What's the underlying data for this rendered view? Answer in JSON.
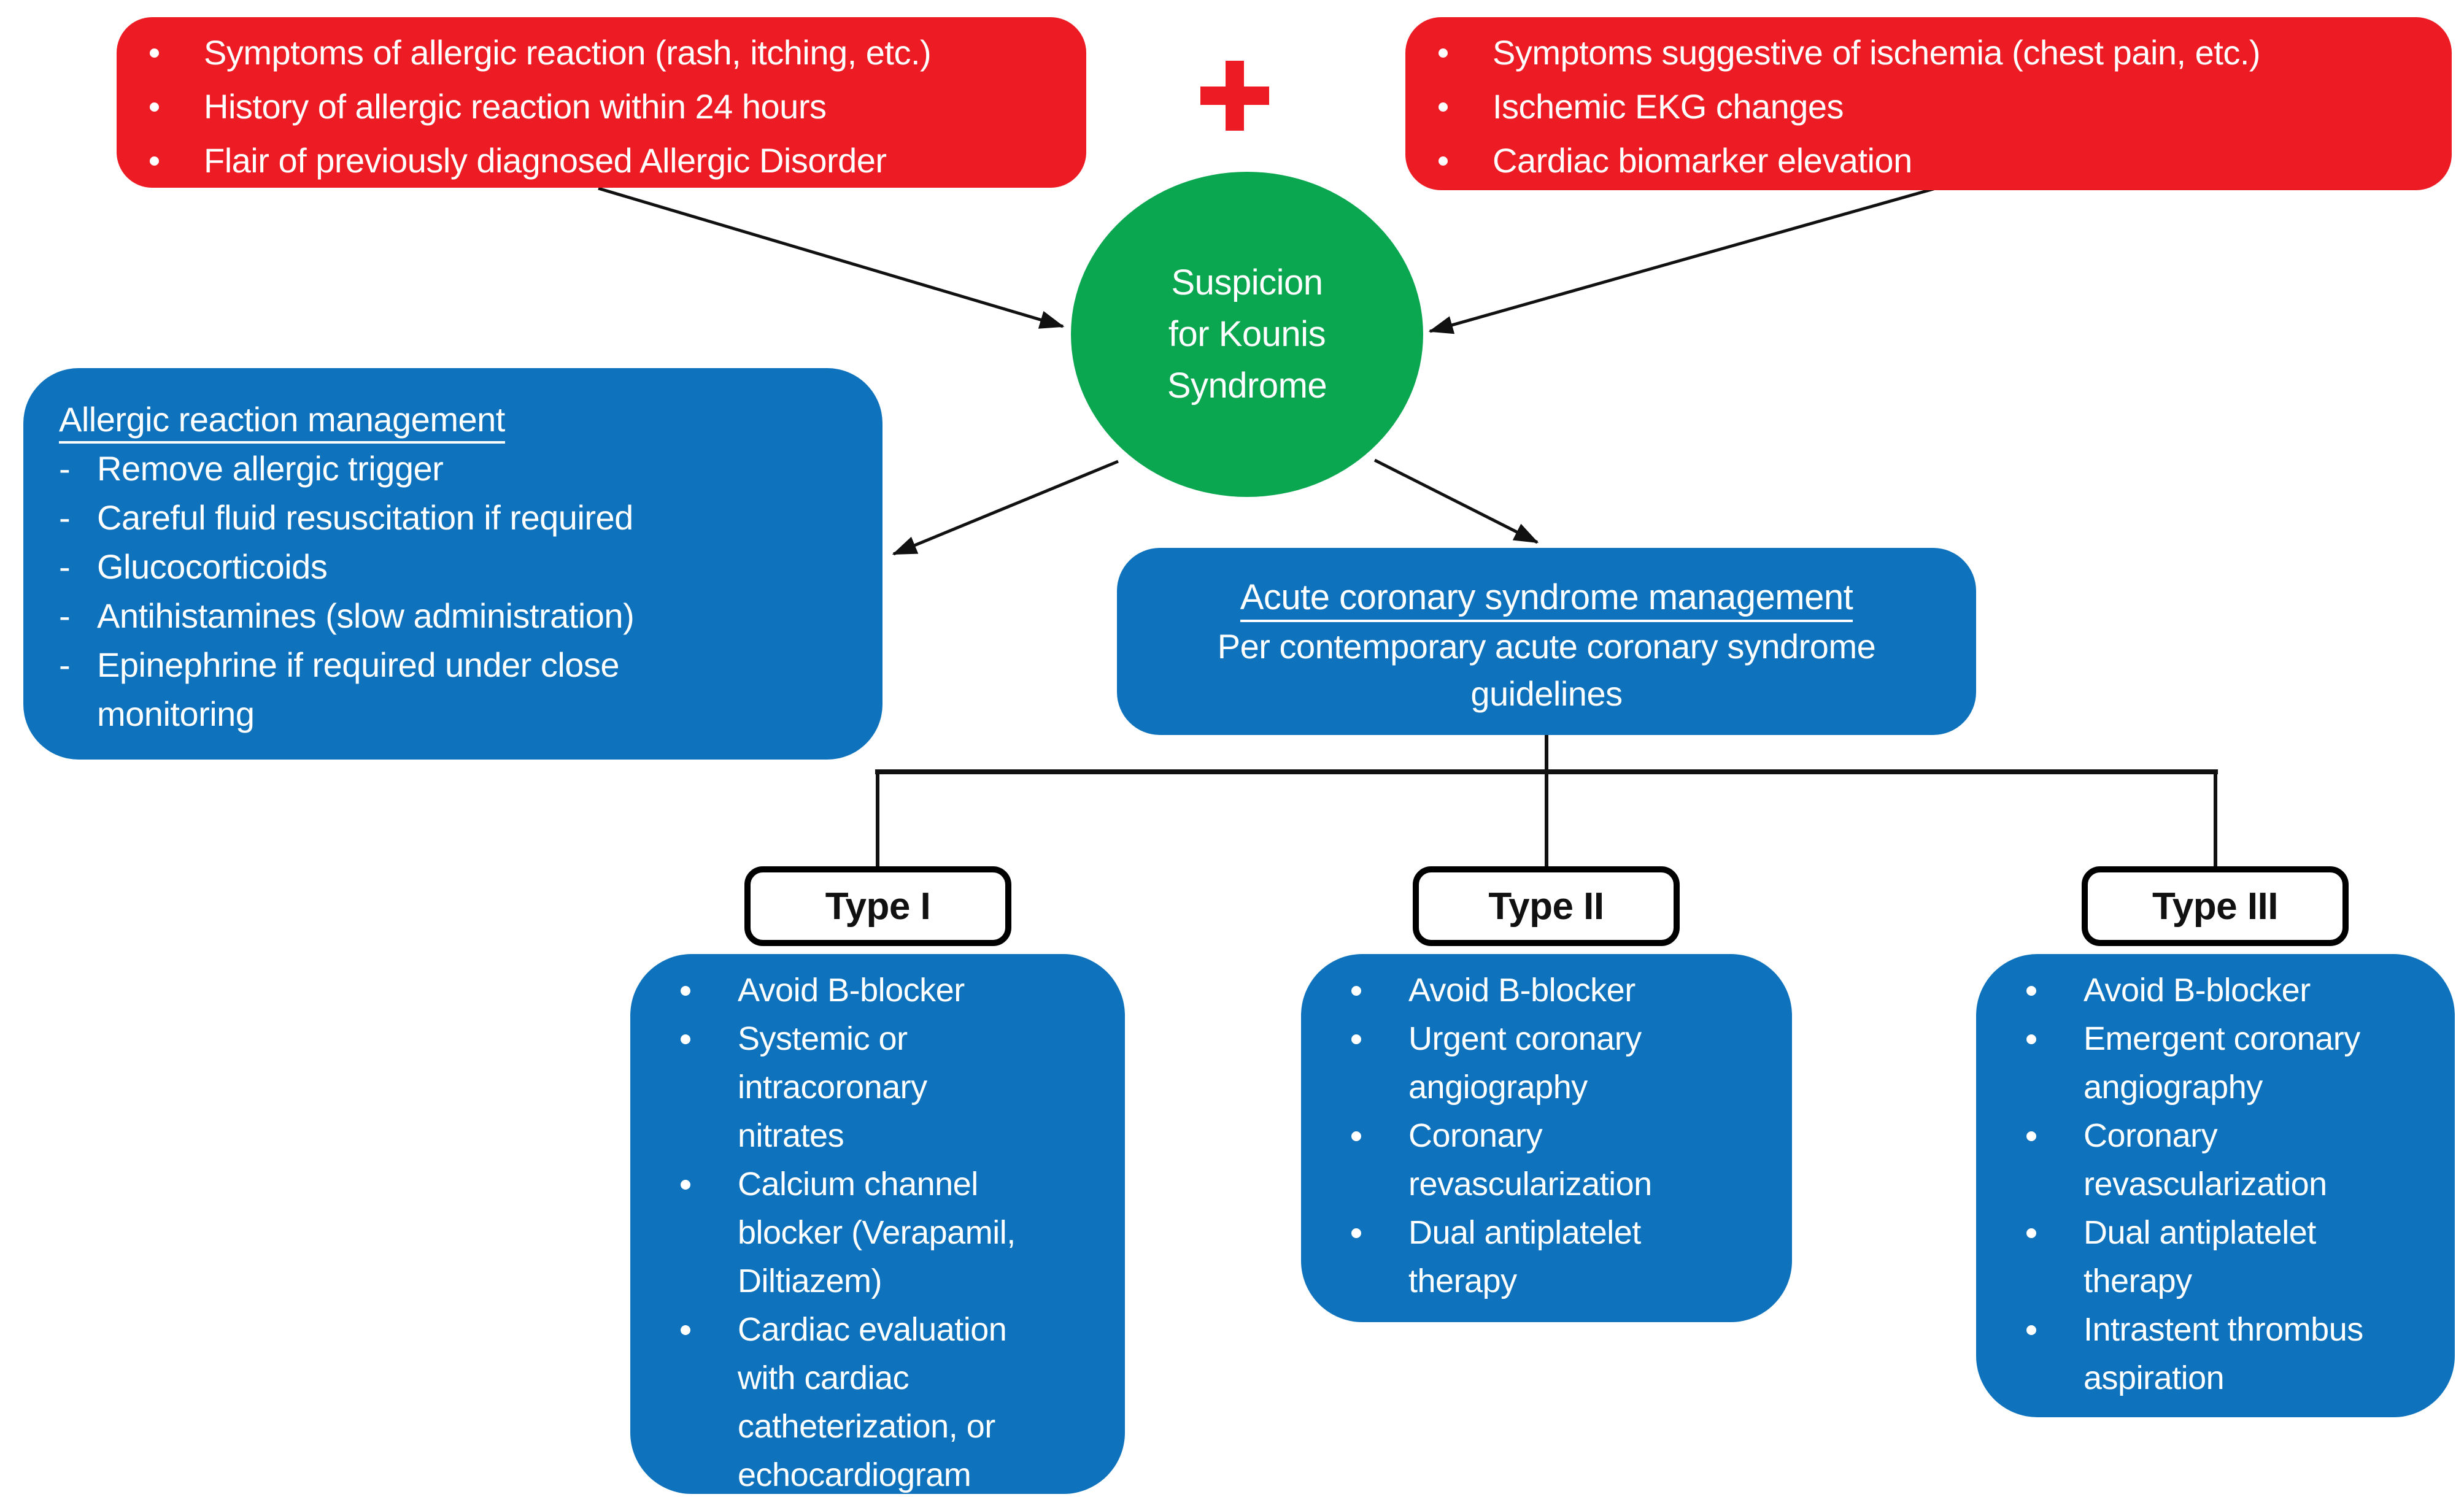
{
  "colors": {
    "symptom_box_red": "#ED1C24",
    "suspicion_green": "#0BA750",
    "management_blue": "#0E72BC",
    "connector_black": "#111111",
    "text_white": "#FFFFFF"
  },
  "plus_sign": "+",
  "allergic_symptoms": {
    "items": [
      {
        "lines": [
          "Symptoms of allergic reaction (rash, itching, etc.)"
        ]
      },
      {
        "lines": [
          "History of allergic reaction within 24 hours"
        ]
      },
      {
        "lines": [
          "Flair of previously diagnosed Allergic Disorder"
        ]
      }
    ]
  },
  "ischemia_symptoms": {
    "items": [
      {
        "lines": [
          "Symptoms suggestive of ischemia (chest pain, etc.)"
        ]
      },
      {
        "lines": [
          "Ischemic EKG changes"
        ]
      },
      {
        "lines": [
          "Cardiac biomarker elevation"
        ]
      }
    ]
  },
  "suspicion": {
    "lines": [
      "Suspicion",
      "for Kounis",
      "Syndrome"
    ]
  },
  "allergic_management": {
    "title": "Allergic reaction management",
    "items": [
      {
        "lines": [
          "Remove allergic trigger"
        ]
      },
      {
        "lines": [
          "Careful fluid resuscitation if required"
        ]
      },
      {
        "lines": [
          "Glucocorticoids"
        ]
      },
      {
        "lines": [
          "Antihistamines (slow administration)"
        ]
      },
      {
        "lines": [
          "Epinephrine if required under close",
          "monitoring"
        ]
      }
    ]
  },
  "acs_management": {
    "title": "Acute coronary syndrome management",
    "body_lines": [
      "Per contemporary acute coronary syndrome",
      "guidelines"
    ]
  },
  "type1": {
    "label": "Type I",
    "items": [
      {
        "lines": [
          "Avoid B-blocker"
        ]
      },
      {
        "lines": [
          "Systemic or",
          "intracoronary",
          "nitrates"
        ]
      },
      {
        "lines": [
          "Calcium channel",
          "blocker (Verapamil,",
          "Diltiazem)"
        ]
      },
      {
        "lines": [
          "Cardiac evaluation",
          "with cardiac",
          "catheterization, or",
          "echocardiogram"
        ]
      }
    ]
  },
  "type2": {
    "label": "Type II",
    "items": [
      {
        "lines": [
          "Avoid B-blocker"
        ]
      },
      {
        "lines": [
          "Urgent coronary",
          "angiography"
        ]
      },
      {
        "lines": [
          "Coronary",
          "revascularization"
        ]
      },
      {
        "lines": [
          "Dual antiplatelet",
          "therapy"
        ]
      }
    ]
  },
  "type3": {
    "label": "Type III",
    "items": [
      {
        "lines": [
          "Avoid B-blocker"
        ]
      },
      {
        "lines": [
          "Emergent coronary",
          "angiography"
        ]
      },
      {
        "lines": [
          "Coronary",
          "revascularization"
        ]
      },
      {
        "lines": [
          "Dual antiplatelet",
          "therapy"
        ]
      },
      {
        "lines": [
          "Intrastent thrombus",
          "aspiration"
        ]
      }
    ]
  }
}
